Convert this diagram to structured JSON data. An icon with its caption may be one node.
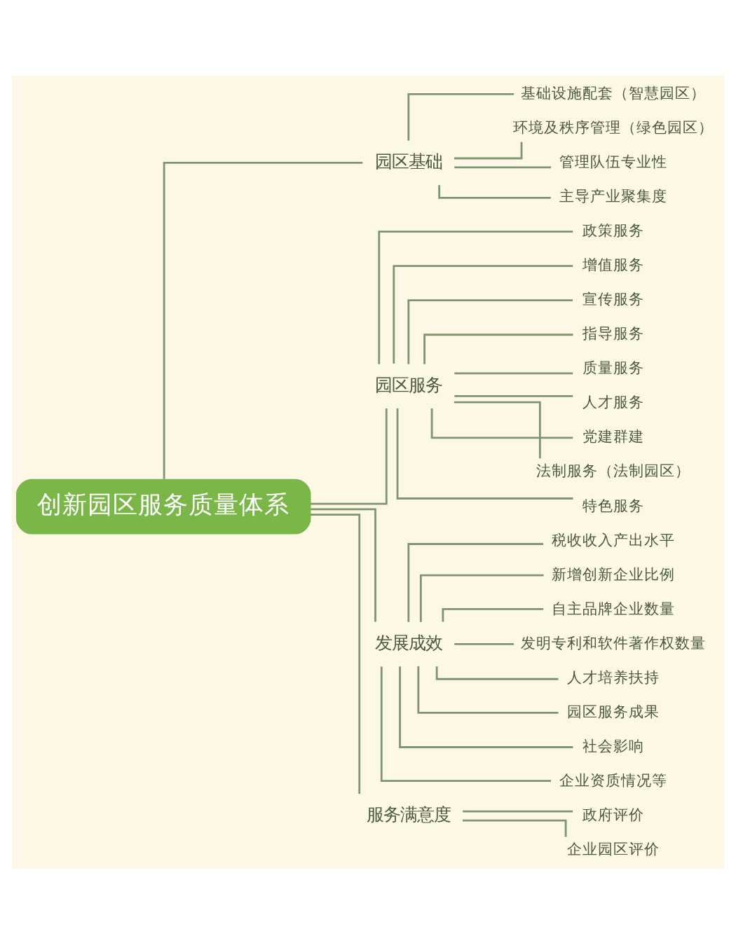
{
  "diagram": {
    "nodes": [
      {
        "text": [
          "创新园区服务质量体系"
        ]
      },
      {
        "text": [
          "园区基础"
        ]
      },
      {
        "text": [
          "基础设施配套（智慧园区）"
        ]
      },
      {
        "text": [
          "环境及秩序管理（绿色园区）"
        ]
      },
      {
        "text": [
          "管理队伍专业性"
        ]
      },
      {
        "text": [
          "主导产业聚集度"
        ]
      },
      {
        "text": [
          "园区服务"
        ]
      },
      {
        "text": [
          "政策服务"
        ]
      },
      {
        "text": [
          "增值服务"
        ]
      },
      {
        "text": [
          "宣传服务"
        ]
      },
      {
        "text": [
          "指导服务"
        ]
      },
      {
        "text": [
          "质量服务"
        ]
      },
      {
        "text": [
          "人才服务"
        ]
      },
      {
        "text": [
          "党建群建"
        ]
      },
      {
        "text": [
          "法制服务（法制园区）"
        ]
      },
      {
        "text": [
          "特色服务"
        ]
      },
      {
        "text": [
          "发展成效"
        ]
      },
      {
        "text": [
          "税收收入产出水平"
        ]
      },
      {
        "text": [
          "新增创新企业比例"
        ]
      },
      {
        "text": [
          "自主品牌企业数量"
        ]
      },
      {
        "text": [
          "发明专利和软件著作权数量"
        ]
      },
      {
        "text": [
          "人才培养扶持"
        ]
      },
      {
        "text": [
          "园区服务成果"
        ]
      },
      {
        "text": [
          "社会影响"
        ]
      },
      {
        "text": [
          "企业资质情况等"
        ]
      },
      {
        "text": [
          "服务满意度"
        ]
      },
      {
        "text": [
          "政府评价"
        ]
      },
      {
        "text": [
          "企业园区评价"
        ]
      }
    ],
    "edges": [
      {
        "from": 0,
        "to": 1,
        "arrow": "none"
      },
      {
        "from": 1,
        "to": 2,
        "arrow": "none"
      },
      {
        "from": 1,
        "to": 3,
        "arrow": "none"
      },
      {
        "from": 1,
        "to": 4,
        "arrow": "none"
      },
      {
        "from": 1,
        "to": 5,
        "arrow": "none"
      },
      {
        "from": 0,
        "to": 6,
        "arrow": "none"
      },
      {
        "from": 6,
        "to": 7,
        "arrow": "none"
      },
      {
        "from": 6,
        "to": 8,
        "arrow": "none"
      },
      {
        "from": 6,
        "to": 9,
        "arrow": "none"
      },
      {
        "from": 6,
        "to": 10,
        "arrow": "none"
      },
      {
        "from": 6,
        "to": 11,
        "arrow": "none"
      },
      {
        "from": 6,
        "to": 12,
        "arrow": "none"
      },
      {
        "from": 6,
        "to": 13,
        "arrow": "none"
      },
      {
        "from": 6,
        "to": 14,
        "arrow": "none"
      },
      {
        "from": 6,
        "to": 15,
        "arrow": "none"
      },
      {
        "from": 0,
        "to": 16,
        "arrow": "none"
      },
      {
        "from": 16,
        "to": 17,
        "arrow": "none"
      },
      {
        "from": 16,
        "to": 18,
        "arrow": "none"
      },
      {
        "from": 16,
        "to": 19,
        "arrow": "none"
      },
      {
        "from": 16,
        "to": 20,
        "arrow": "none"
      },
      {
        "from": 16,
        "to": 21,
        "arrow": "none"
      },
      {
        "from": 16,
        "to": 22,
        "arrow": "none"
      },
      {
        "from": 16,
        "to": 23,
        "arrow": "none"
      },
      {
        "from": 16,
        "to": 24,
        "arrow": "none"
      },
      {
        "from": 0,
        "to": 25,
        "arrow": "none"
      },
      {
        "from": 25,
        "to": 26,
        "arrow": "none"
      },
      {
        "from": 25,
        "to": 27,
        "arrow": "none"
      }
    ]
  }
}
